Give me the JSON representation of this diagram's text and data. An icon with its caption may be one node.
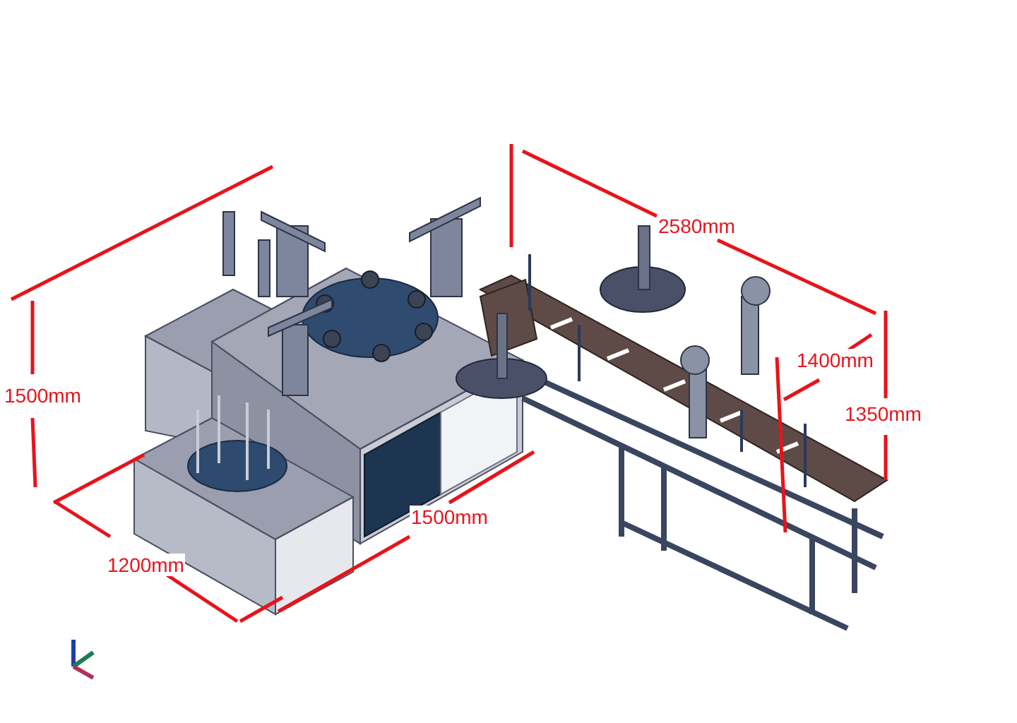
{
  "diagram": {
    "labels": [
      "1500mm",
      "2580mm",
      "1400mm",
      "1350mm",
      "1500mm",
      "1200mm"
    ]
  }
}
